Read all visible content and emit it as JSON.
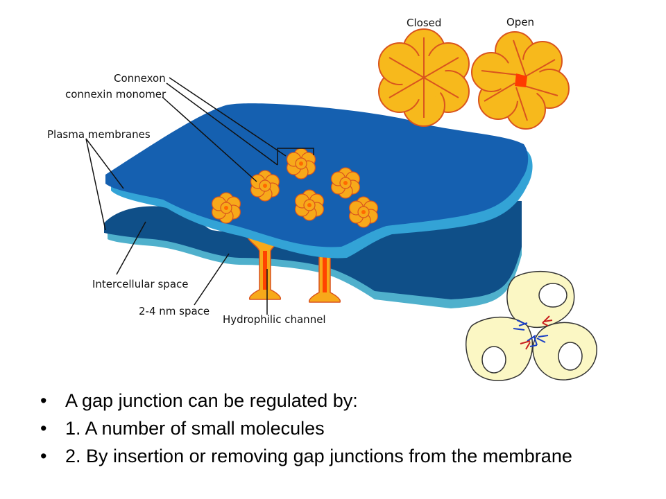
{
  "diagram": {
    "labels": {
      "closed": "Closed",
      "open": "Open",
      "connexon": "Connexon",
      "connexin_monomer": "connexin monomer",
      "plasma_membranes": "Plasma membranes",
      "intercellular_space": "Intercellular space",
      "nm_space": "2-4 nm space",
      "hydrophilic_channel": "Hydrophilic channel"
    }
  },
  "bullets": [
    "A gap junction can be regulated by:",
    "1. A number of small molecules",
    "2. By insertion or removing gap junctions from the membrane"
  ],
  "colors": {
    "membrane_top": "#1560b0",
    "membrane_edge": "#33a3d6",
    "membrane_bottom": "#0f4f88",
    "membrane_bottom_edge": "#4fb0cc",
    "connexin": "#f7a91a",
    "connexin_stroke": "#d9541e",
    "pore": "#ff4400",
    "cell_fill": "#fbf7c4"
  }
}
